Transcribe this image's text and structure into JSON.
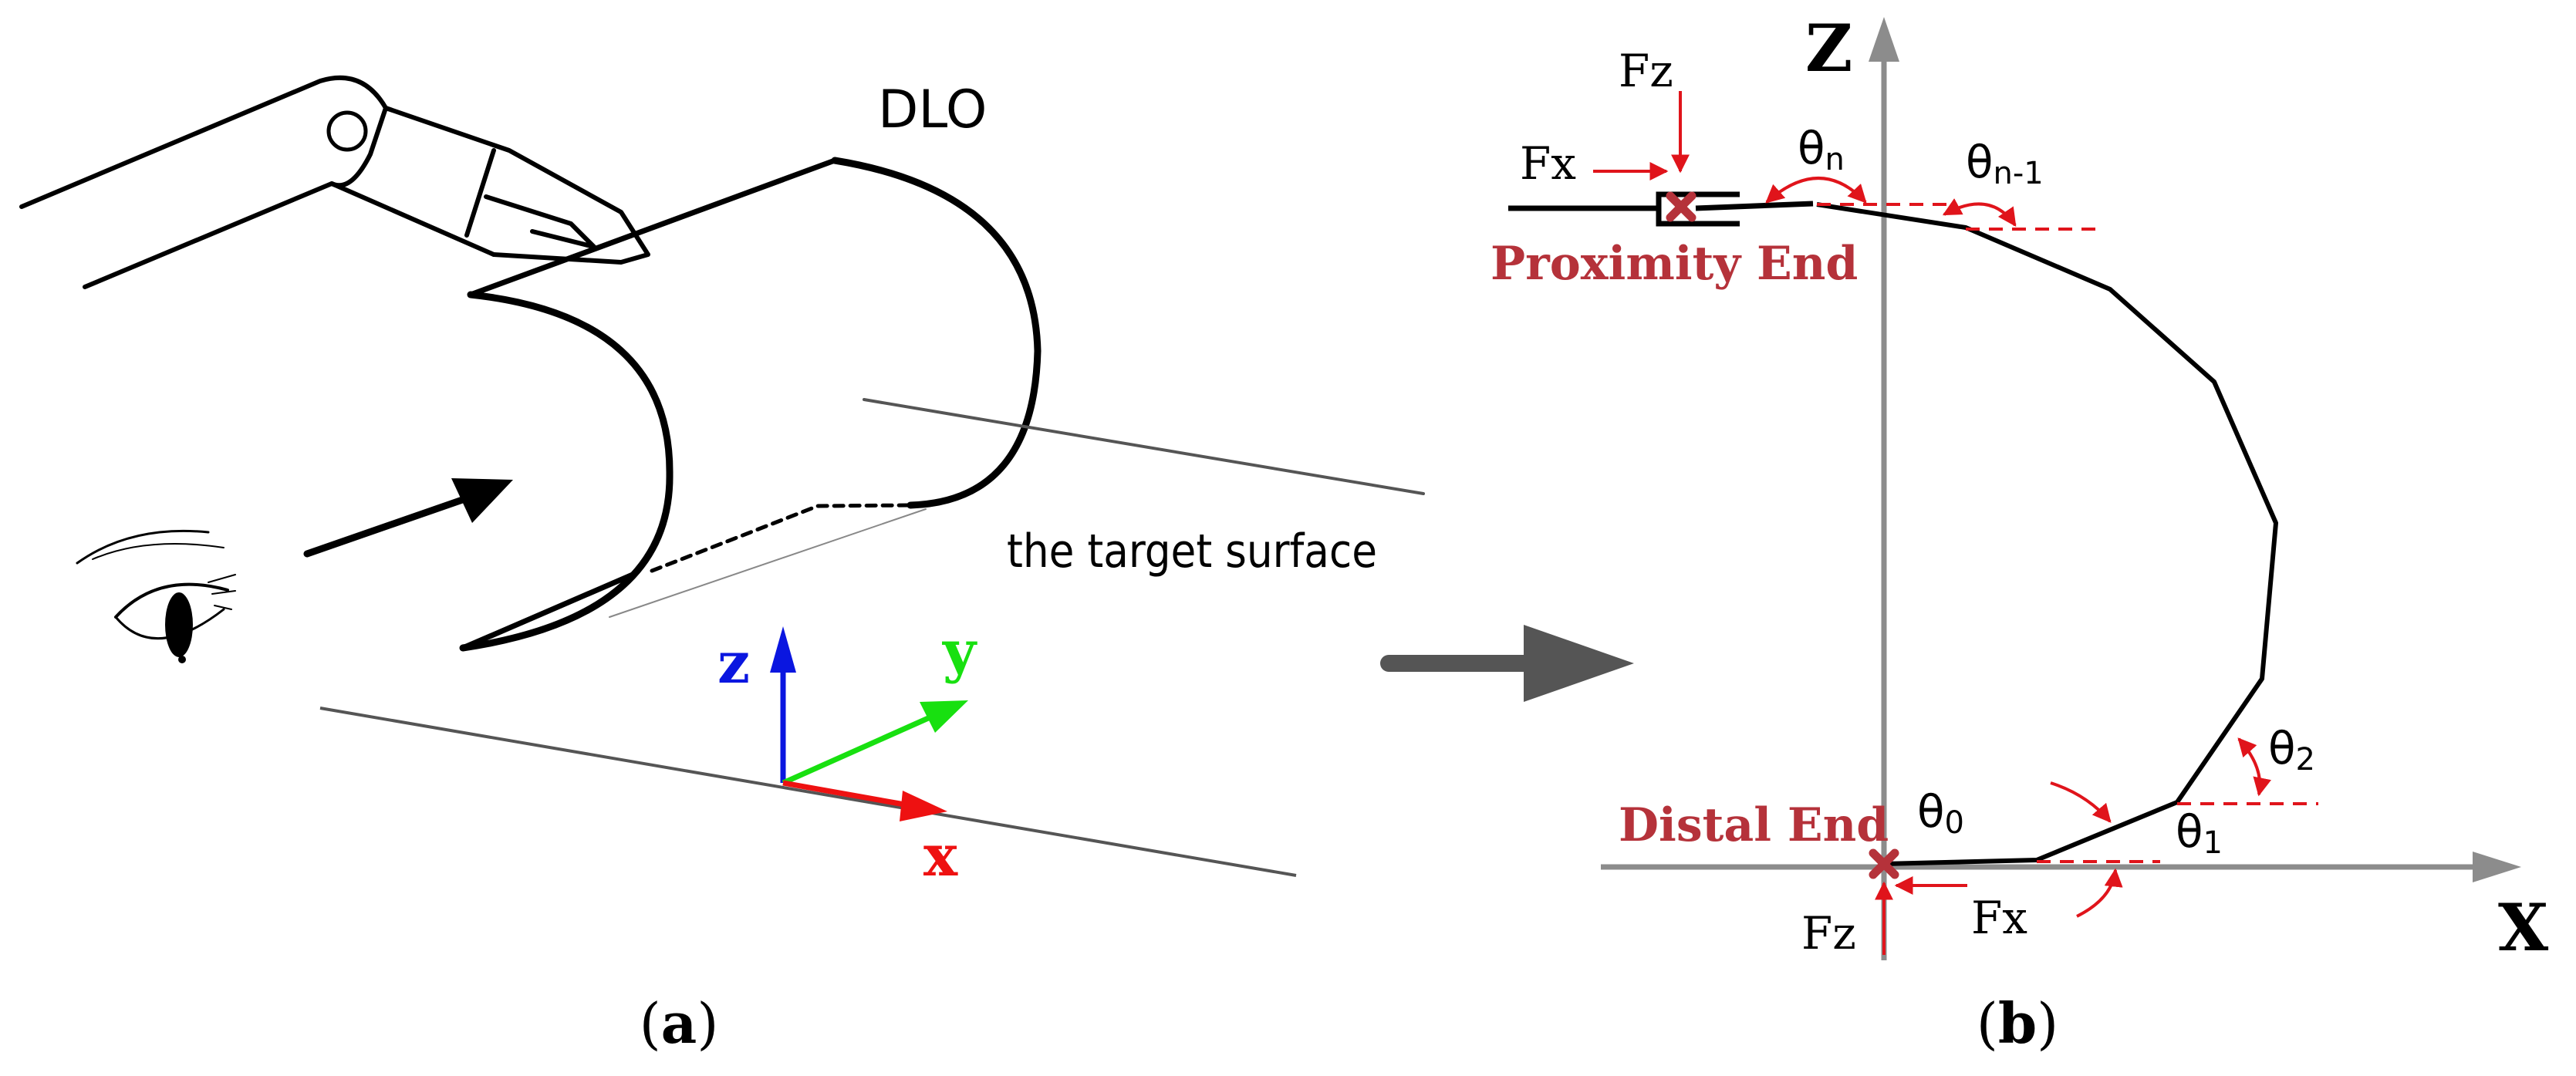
{
  "panel_a": {
    "caption_open": "(",
    "caption_letter": "a",
    "caption_close": ")",
    "dlo_label": "DLO",
    "surface_label": "the target surface",
    "axis_z": "z",
    "axis_y": "y",
    "axis_x": "x"
  },
  "panel_b": {
    "caption_open": "(",
    "caption_letter": "b",
    "caption_close": ")",
    "axis_Z": "Z",
    "axis_X": "X",
    "proximity_end": "Proximity End",
    "distal_end": "Distal End",
    "top_fz": "Fz",
    "top_fx": "Fx",
    "bottom_fz": "Fz",
    "bottom_fx": "Fx",
    "theta_n_base": "θ",
    "theta_n_sub": "n",
    "theta_n1_base": "θ",
    "theta_n1_sub": "n-1",
    "theta_0_base": "θ",
    "theta_0_sub": "0",
    "theta_1_base": "θ",
    "theta_1_sub": "1",
    "theta_2_base": "θ",
    "theta_2_sub": "2"
  },
  "colors": {
    "red_text": "#b5323a",
    "red_line": "#e0141b",
    "axis_gray": "#8c8c8c",
    "z_blue": "#0a16e0",
    "y_green": "#18e010",
    "x_red": "#ee1111"
  }
}
